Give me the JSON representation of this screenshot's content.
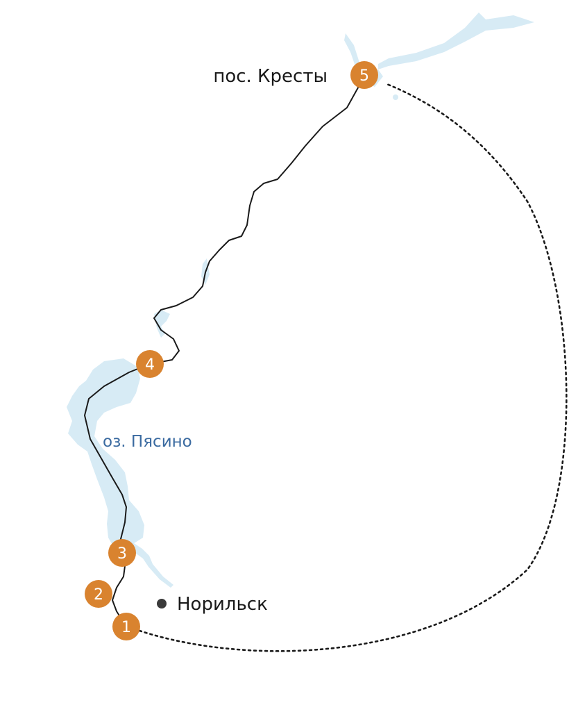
{
  "colors": {
    "water": "#d7ebf5",
    "route": "#1a1a1a",
    "marker": "#d9832f",
    "marker_text": "#ffffff",
    "label": "#1a1a1a",
    "lake_label": "#3a6aa0",
    "city_dot": "#3a3a3a"
  },
  "map": {
    "lake_label": "оз. Пясино",
    "settlement_label": "пос. Кресты",
    "city_label": "Норильск",
    "markers": [
      {
        "label": "1"
      },
      {
        "label": "2"
      },
      {
        "label": "3"
      },
      {
        "label": "4"
      },
      {
        "label": "5"
      }
    ]
  }
}
